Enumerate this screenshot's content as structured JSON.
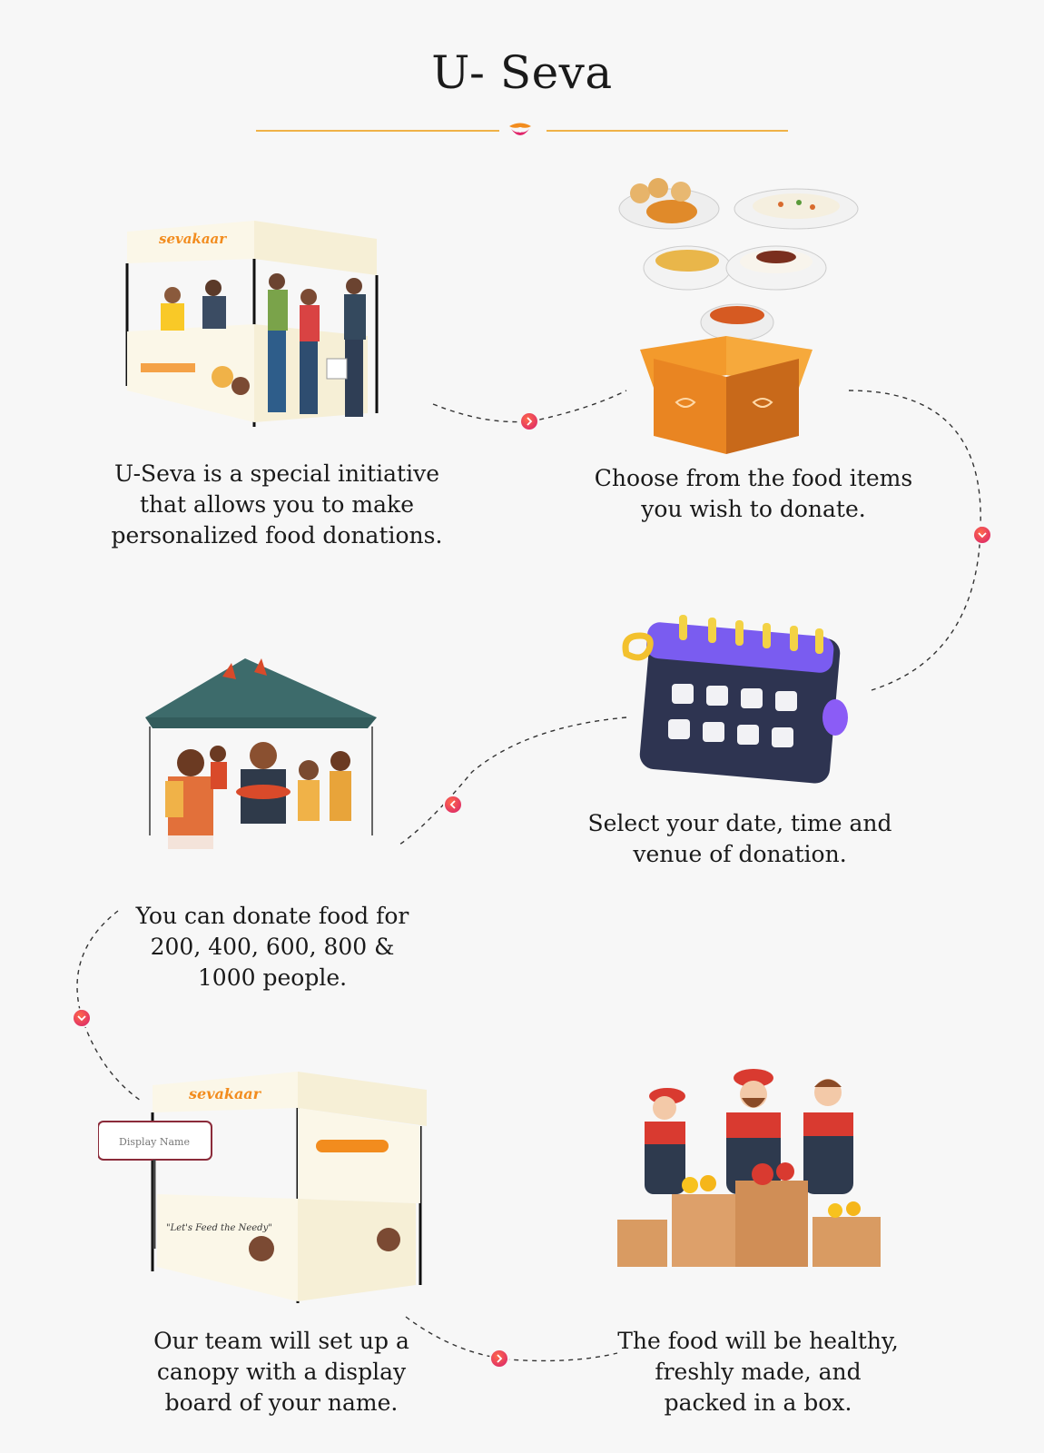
{
  "title": "U- Seva",
  "colors": {
    "accent": "#f0b248",
    "connector_dot": "#e0256a",
    "brand_orange": "#f28c1e",
    "background": "#f7f7f7"
  },
  "steps": [
    {
      "icon": "sevakaar-stall-icon",
      "lines": [
        "U-Seva is a special initiative",
        "that allows you to make",
        "personalized food donations."
      ]
    },
    {
      "icon": "food-box-icon",
      "lines": [
        "Choose from the food items",
        "you wish to donate."
      ]
    },
    {
      "icon": "calendar-icon",
      "lines": [
        "Select your date, time and",
        "venue of donation."
      ]
    },
    {
      "icon": "food-distribution-canopy-icon",
      "lines": [
        "You can donate food for",
        "200, 400, 600, 800 &",
        "1000 people."
      ]
    },
    {
      "icon": "display-board-canopy-icon",
      "lines": [
        "Our team will set up a",
        "canopy with a display",
        "board of your name."
      ]
    },
    {
      "icon": "packing-team-icon",
      "lines": [
        "The food will be healthy,",
        "freshly made, and",
        "packed in a box."
      ]
    }
  ],
  "stall": {
    "brand": "sevakaar",
    "slogan": "\"Let's Feed the Needy\"",
    "board_name": "Display Name"
  },
  "connector_icons": [
    "chevron-right-icon",
    "chevron-down-icon",
    "chevron-left-icon",
    "chevron-down-icon",
    "chevron-right-icon"
  ]
}
